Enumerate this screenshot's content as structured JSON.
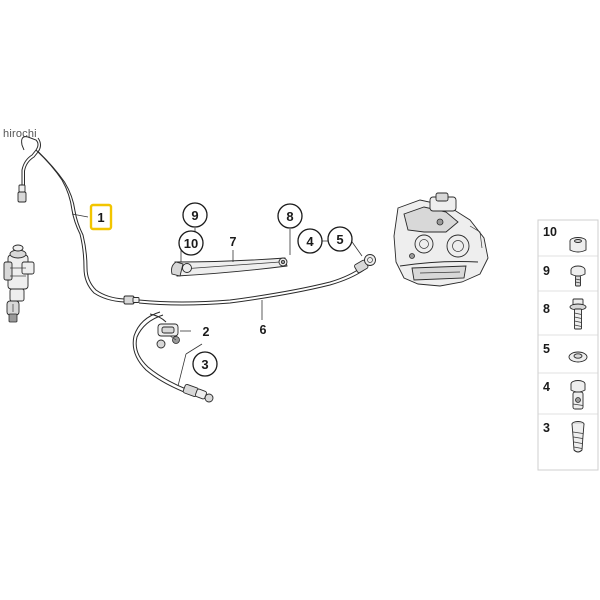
{
  "watermark": "hirochi",
  "colors": {
    "highlight": "#f2c500",
    "ink": "#1a1a1a",
    "background": "#ffffff"
  },
  "diagram": {
    "highlighted_part": "1",
    "callouts": {
      "p1": "1",
      "p2": "2",
      "p3": "3",
      "p4": "4",
      "p5": "5",
      "p6": "6",
      "p7": "7",
      "p8": "8",
      "p9": "9",
      "p10": "10"
    }
  },
  "legend": {
    "items": [
      {
        "number": "10",
        "icon": "spacer-sleeve-icon"
      },
      {
        "number": "9",
        "icon": "pan-head-screw-icon"
      },
      {
        "number": "8",
        "icon": "flange-bolt-icon"
      },
      {
        "number": "5",
        "icon": "sealing-washer-icon"
      },
      {
        "number": "4",
        "icon": "banjo-bolt-icon"
      },
      {
        "number": "3",
        "icon": "bleeder-screw-icon"
      }
    ]
  }
}
